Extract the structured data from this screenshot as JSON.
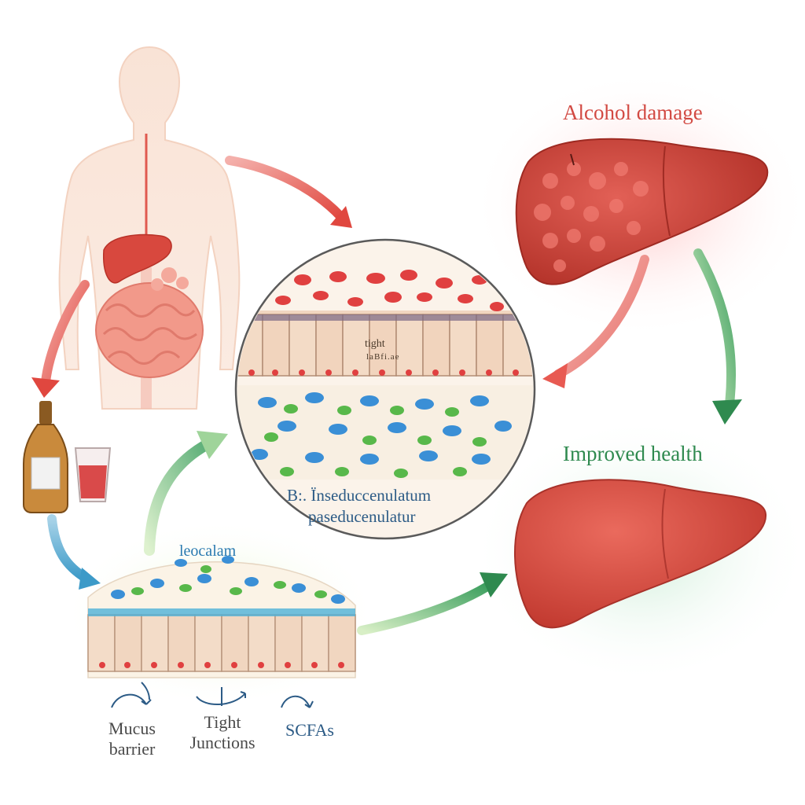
{
  "labels": {
    "alcohol_damage": "Alcohol damage",
    "improved_health": "Improved health",
    "circle_line1": "B:. Ïnseduccenulatum",
    "circle_line2": "paseducenulatur",
    "circle_tight_top": "tight",
    "circle_tight_small": "laBfi.ae",
    "bottom_gut_label": "leocalam"
  },
  "legend": [
    {
      "label_line1": "Mucus",
      "label_line2": "barrier",
      "icon": "curl-arrow-icon"
    },
    {
      "label_line1": "Tight",
      "label_line2": "Junctions",
      "icon": "curl-arrow-icon"
    },
    {
      "label_line1": "SCFAs",
      "label_line2": "",
      "icon": "curl-arrow-icon"
    }
  ],
  "colors": {
    "damage_red": "#d24a43",
    "health_green": "#2f8a4f",
    "liver_damaged": "#c94036",
    "liver_healthy": "#d84a3f",
    "blue_text": "#2c5b86",
    "microbe_blue": "#3a8fd6",
    "microbe_green": "#58b84a",
    "microbe_red": "#e04040",
    "epithelium": "#f2d8c2"
  }
}
